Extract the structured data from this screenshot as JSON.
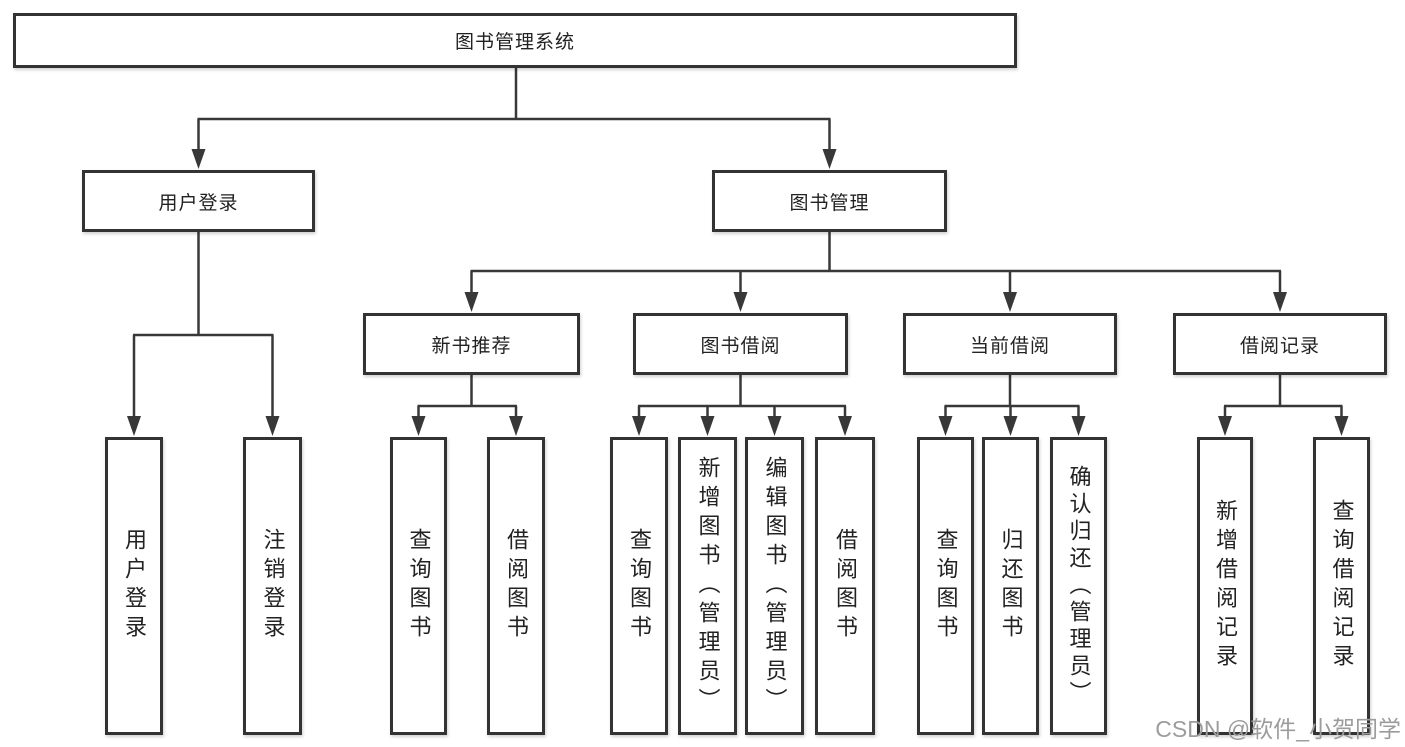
{
  "tree": {
    "root": "图书管理系统",
    "branches": [
      {
        "label": "用户登录",
        "children": [
          "用户登录",
          "注销登录"
        ]
      },
      {
        "label": "图书管理",
        "children": [
          {
            "label": "新书推荐",
            "children": [
              "查询图书",
              "借阅图书"
            ]
          },
          {
            "label": "图书借阅",
            "children": [
              "查询图书",
              "新增图书（管理员）",
              "编辑图书（管理员）",
              "借阅图书"
            ]
          },
          {
            "label": "当前借阅",
            "children": [
              "查询图书",
              "归还图书",
              "确认归还（管理员）"
            ]
          },
          {
            "label": "借阅记录",
            "children": [
              "新增借阅记录",
              "查询借阅记录"
            ]
          }
        ]
      }
    ]
  },
  "watermark": "CSDN @软件_小贺同学",
  "colors": {
    "line": "#383838",
    "box_border": "#333333",
    "box_fill": "#ffffff",
    "text": "#222222",
    "watermark": "#9c9c9c",
    "background": "#ffffff"
  }
}
